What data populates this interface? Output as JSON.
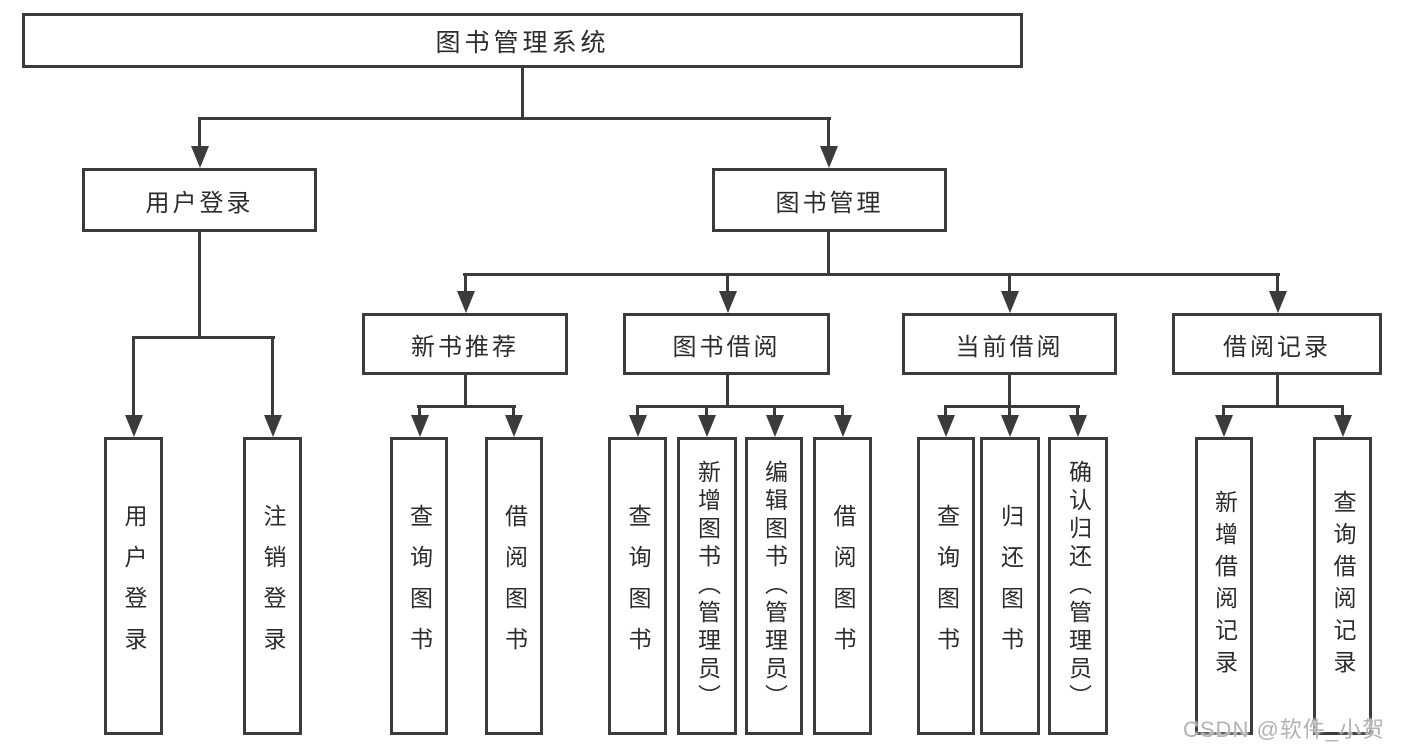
{
  "tree": {
    "label": "图书管理系统",
    "children": [
      {
        "label": "用户登录",
        "children": [
          {
            "label": "用户登录"
          },
          {
            "label": "注销登录"
          }
        ]
      },
      {
        "label": "图书管理",
        "children": [
          {
            "label": "新书推荐",
            "children": [
              {
                "label": "查询图书"
              },
              {
                "label": "借阅图书"
              }
            ]
          },
          {
            "label": "图书借阅",
            "children": [
              {
                "label": "查询图书"
              },
              {
                "label": "新增图书（管理员）"
              },
              {
                "label": "编辑图书（管理员）"
              },
              {
                "label": "借阅图书"
              }
            ]
          },
          {
            "label": "当前借阅",
            "children": [
              {
                "label": "查询图书"
              },
              {
                "label": "归还图书"
              },
              {
                "label": "确认归还（管理员）"
              }
            ]
          },
          {
            "label": "借阅记录",
            "children": [
              {
                "label": "新增借阅记录"
              },
              {
                "label": "查询借阅记录"
              }
            ]
          }
        ]
      }
    ]
  },
  "watermark": "CSDN @软件_小贺同学",
  "colors": {
    "line": "#3b3b3b",
    "text": "#2c2c2c",
    "watermark": "#b3b3b3",
    "background": "#ffffff"
  }
}
